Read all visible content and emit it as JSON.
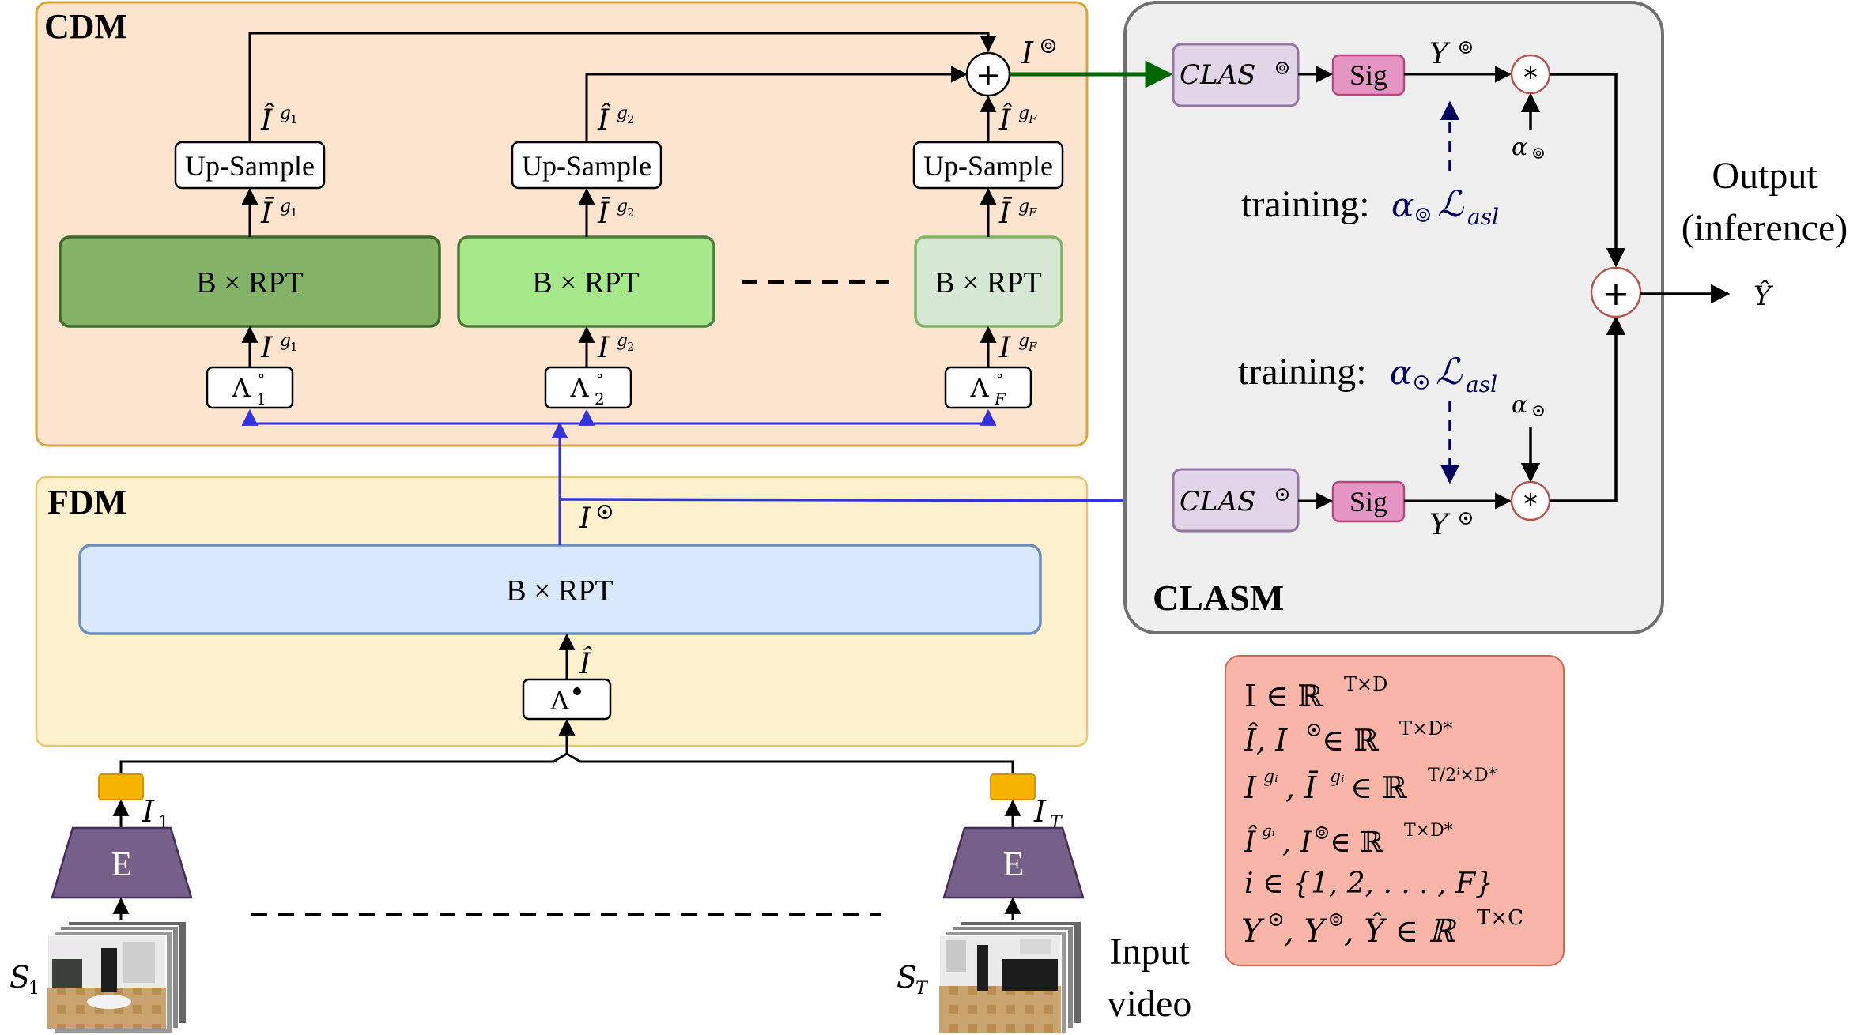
{
  "modules": {
    "cdm": "CDM",
    "fdm": "FDM",
    "clasm": "CLASM"
  },
  "blocks": {
    "rpt": "B × RPT",
    "upsample": "Up-Sample",
    "encoder": "E",
    "sig": "Sig",
    "clas_ring": "CLAS",
    "clas_dot": "CLAS",
    "plus": "+",
    "star": "*",
    "lambda_bullet": "Λ",
    "lambda_sub_1": "1",
    "lambda_sub_2": "2",
    "lambda_sub_F": "F"
  },
  "labels": {
    "I_ring": "I",
    "I_dot": "I",
    "I_hat": "Î",
    "I_hat_g": "Î",
    "I_bar_g": "Ī",
    "I_g": "I",
    "g1": "g",
    "g1_sub": "1",
    "g2": "g",
    "g2_sub": "2",
    "gF": "g",
    "gF_sub": "F",
    "Y_ring": "Y",
    "Y_dot": "Y",
    "alpha": "α",
    "training_text": "training:",
    "loss_L": "ℒ",
    "loss_sub": "asl",
    "output_line1": "Output",
    "output_line2": "(inference)",
    "Y_hat": "Ŷ",
    "I1": "I",
    "I1_sub": "1",
    "IT": "I",
    "IT_sub": "T",
    "S1": "S",
    "S1_sub": "1",
    "ST": "S",
    "ST_sub": "T",
    "input_line1": "Input",
    "input_line2": "video"
  },
  "legend": {
    "line1": {
      "lhs": "I ∈ ℝ",
      "sup": "T×D"
    },
    "line2": {
      "lhs": "Î, I",
      "mid": " ∈ ℝ",
      "sup": "T×D*"
    },
    "line3": {
      "lhs": "I",
      "sup_g": "gᵢ",
      "mid": ", Ī",
      "mid2": " ∈ ℝ",
      "sup": "T/2ⁱ×D*"
    },
    "line4": {
      "lhs": "Î",
      "sup_g": "gᵢ",
      "mid": ", I",
      "mid2": " ∈ ℝ",
      "sup": "T×D*"
    },
    "line5": {
      "text": "i ∈ {1, 2, . . . , F}"
    },
    "line6": {
      "lhs": "Y",
      "mid": ", Y",
      "mid2": ", Ŷ ∈ ℝ",
      "sup": "T×C"
    }
  },
  "colors": {
    "cdm_fill": "#fde4cf",
    "cdm_border": "#d8a53b",
    "fdm_fill": "#fdf0cd",
    "fdm_border": "#e6c873",
    "clasm_fill": "#efefef",
    "clasm_border": "#707070",
    "rpt_dark": "#82b366",
    "rpt_mid": "#a6e98a",
    "rpt_light": "#d5e8d4",
    "rpt_border": "#4f7c3b",
    "fdm_rpt_fill": "#dae8fc",
    "fdm_rpt_border": "#6c8ebf",
    "clas_fill": "#e1d5e7",
    "clas_border": "#9673a6",
    "sig_fill": "#e595c3",
    "sig_border": "#b5487f",
    "encoder_fill": "#76608a",
    "feature_fill": "#f5b400",
    "legend_fill": "#f8b5a8",
    "legend_border": "#c86b5b",
    "blue_arrow": "#3333dd",
    "green_arrow": "#006600",
    "dashed_navy": "#00005e",
    "circle_border": "#b85450"
  }
}
